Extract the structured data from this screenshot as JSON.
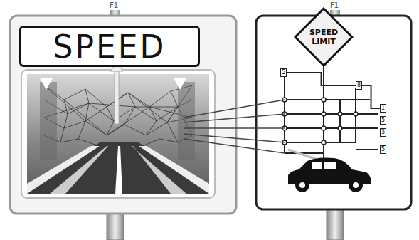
{
  "diagram": {
    "nodes": [
      {
        "text": [
          "SPEED"
        ]
      },
      {
        "text": [
          "SPEED LIMIT"
        ]
      },
      {
        "text": [
          "5"
        ]
      },
      {
        "text": [
          "8"
        ]
      },
      {
        "text": [
          "1"
        ]
      },
      {
        "text": [
          "5"
        ]
      },
      {
        "text": [
          "3"
        ]
      },
      {
        "text": [
          "5"
        ]
      }
    ],
    "edges": [
      {
        "from": 2,
        "to": 3,
        "arrow": "none"
      },
      {
        "from": 3,
        "to": 4,
        "arrow": "none"
      }
    ],
    "labels": [
      "F1",
      "F1"
    ]
  }
}
